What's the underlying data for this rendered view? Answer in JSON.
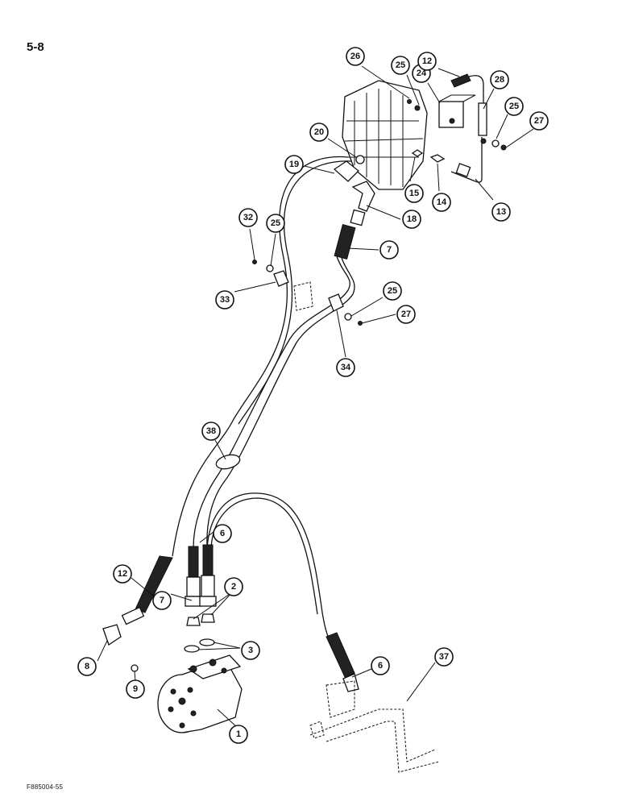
{
  "page_number": "5-8",
  "figure_id": "F885004-55",
  "callouts": [
    {
      "label": "26"
    },
    {
      "label": "25"
    },
    {
      "label": "24"
    },
    {
      "label": "12"
    },
    {
      "label": "28"
    },
    {
      "label": "25"
    },
    {
      "label": "27"
    },
    {
      "label": "20"
    },
    {
      "label": "19"
    },
    {
      "label": "15"
    },
    {
      "label": "14"
    },
    {
      "label": "13"
    },
    {
      "label": "18"
    },
    {
      "label": "32"
    },
    {
      "label": "25"
    },
    {
      "label": "7"
    },
    {
      "label": "33"
    },
    {
      "label": "25"
    },
    {
      "label": "27"
    },
    {
      "label": "34"
    },
    {
      "label": "38"
    },
    {
      "label": "6"
    },
    {
      "label": "12"
    },
    {
      "label": "2"
    },
    {
      "label": "7"
    },
    {
      "label": "3"
    },
    {
      "label": "8"
    },
    {
      "label": "9"
    },
    {
      "label": "6"
    },
    {
      "label": "37"
    },
    {
      "label": "1"
    }
  ]
}
